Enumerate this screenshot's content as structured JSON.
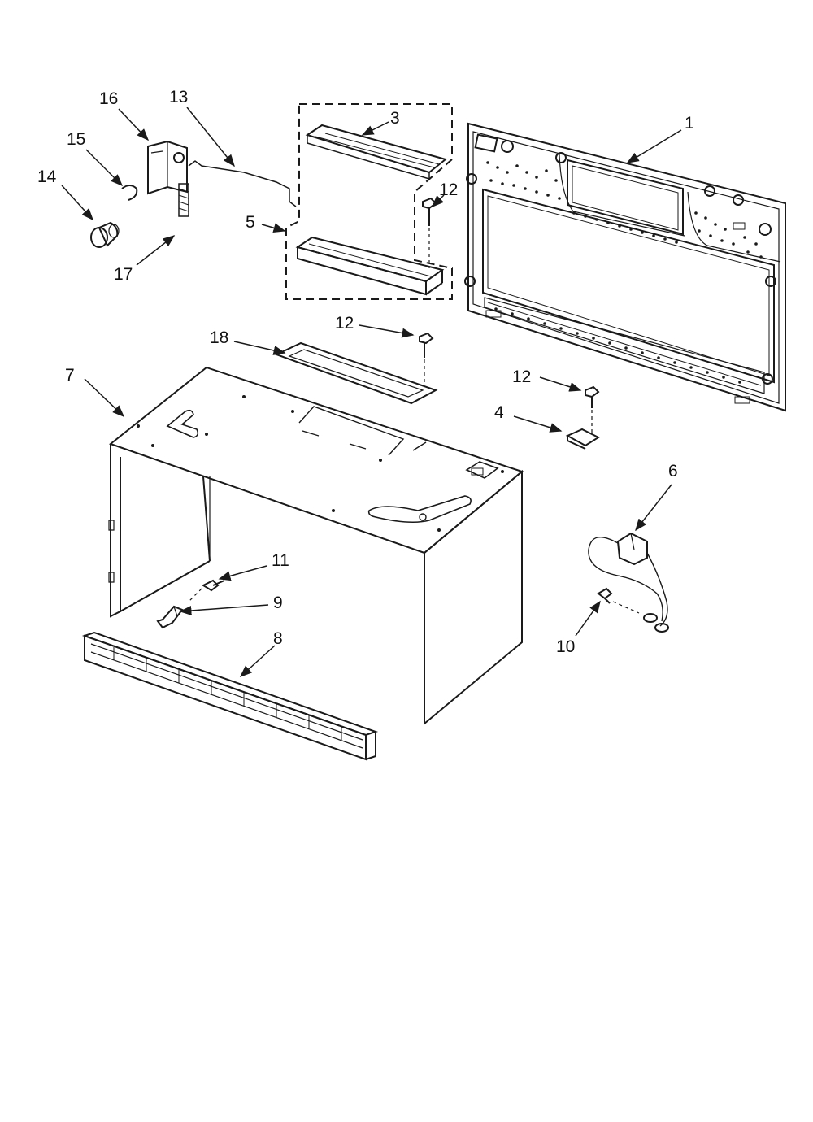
{
  "diagram": {
    "line_color": "#1a1a1a",
    "background": "#ffffff",
    "callouts": [
      {
        "id": "c1",
        "label": "1",
        "part": "mounting-plate"
      },
      {
        "id": "c3",
        "label": "3",
        "part": "duct-top"
      },
      {
        "id": "c5",
        "label": "5",
        "part": "damper-assembly"
      },
      {
        "id": "c12a",
        "label": "12",
        "part": "screw"
      },
      {
        "id": "c12b",
        "label": "12",
        "part": "screw"
      },
      {
        "id": "c12c",
        "label": "12",
        "part": "screw"
      },
      {
        "id": "c13",
        "label": "13",
        "part": "wire"
      },
      {
        "id": "c14",
        "label": "14",
        "part": "knob"
      },
      {
        "id": "c15",
        "label": "15",
        "part": "clip"
      },
      {
        "id": "c16",
        "label": "16",
        "part": "bracket"
      },
      {
        "id": "c17",
        "label": "17",
        "part": "spring"
      },
      {
        "id": "c18",
        "label": "18",
        "part": "gasket"
      },
      {
        "id": "c7",
        "label": "7",
        "part": "cabinet"
      },
      {
        "id": "c4",
        "label": "4",
        "part": "bracket"
      },
      {
        "id": "c6",
        "label": "6",
        "part": "thermal-cutout"
      },
      {
        "id": "c11",
        "label": "11",
        "part": "screw"
      },
      {
        "id": "c9",
        "label": "9",
        "part": "clip"
      },
      {
        "id": "c8",
        "label": "8",
        "part": "grille"
      },
      {
        "id": "c10",
        "label": "10",
        "part": "screw"
      }
    ]
  }
}
